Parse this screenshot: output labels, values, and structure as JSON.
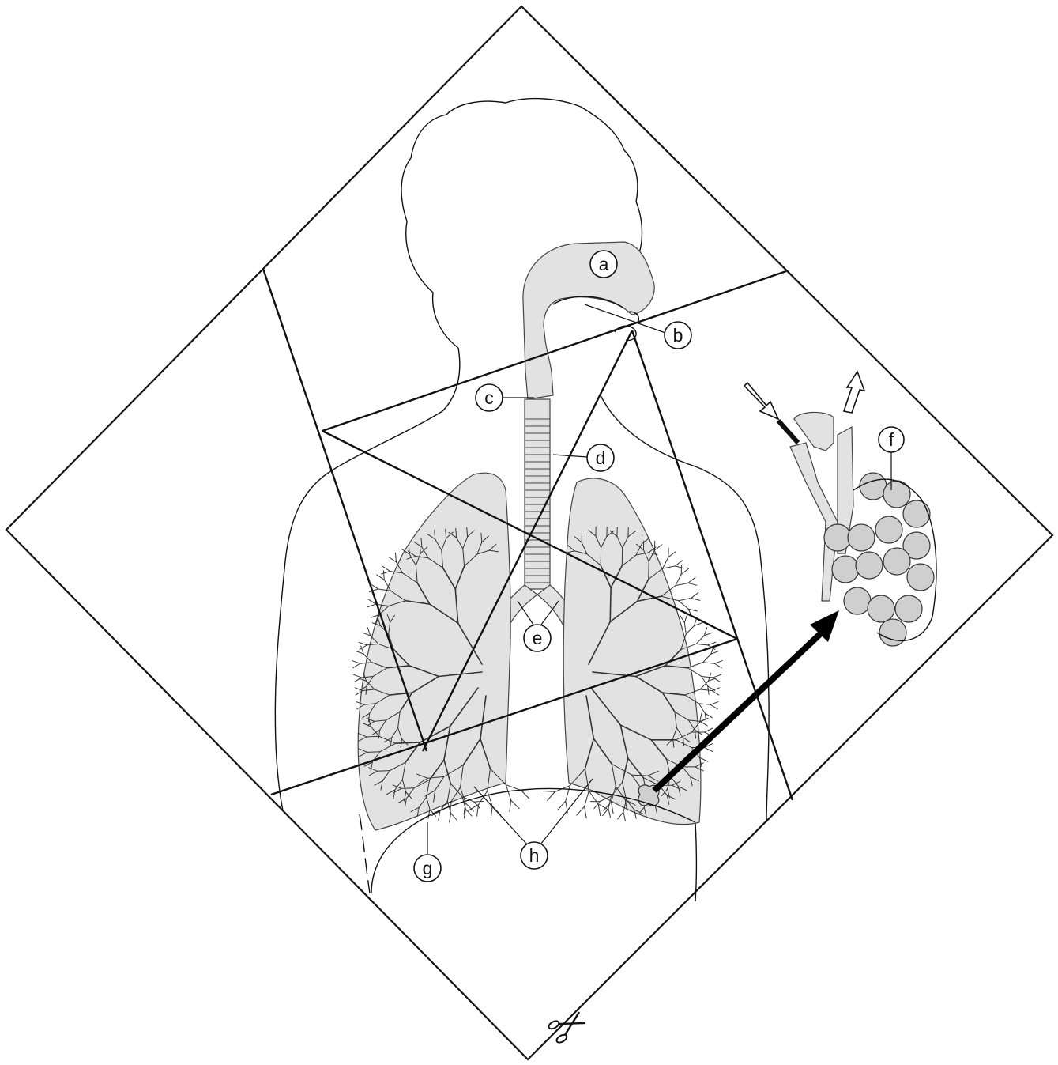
{
  "diagram": {
    "labels": {
      "a": "a",
      "b": "b",
      "c": "c",
      "d": "d",
      "e": "e",
      "f": "f",
      "g": "g",
      "h": "h"
    },
    "icons": {
      "scissors": "scissors-icon"
    },
    "colors": {
      "ink": "#111111",
      "organ_fill": "#e2e2e2",
      "alveoli_fill": "#cfcfcf",
      "background": "#ffffff"
    }
  }
}
